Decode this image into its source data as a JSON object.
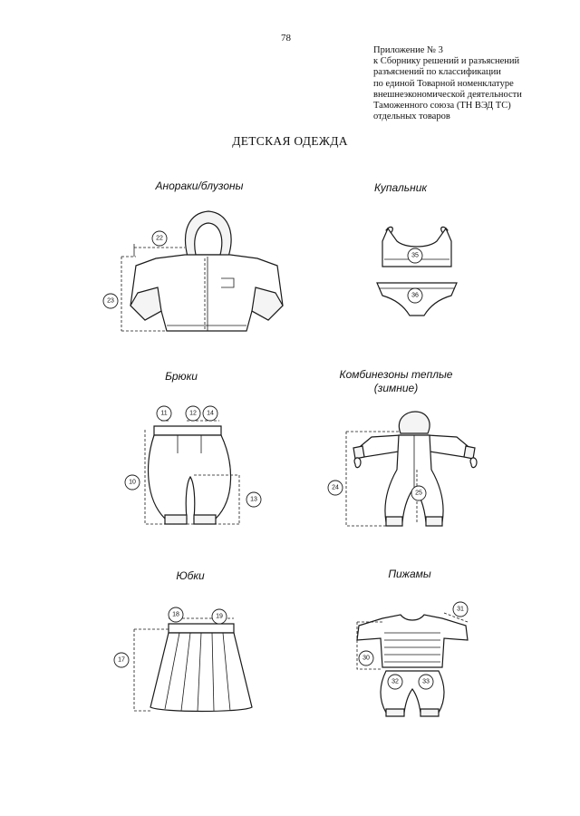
{
  "page_number": "78",
  "appendix": {
    "lines": [
      "Приложение № 3",
      "к Сборнику решений и разъяснений",
      "разъяснений по классификации",
      "по единой Товарной номенклатуре",
      "внешнеэкономической деятельности",
      "Таможенного союза (ТН ВЭД ТС)",
      "отдельных товаров"
    ]
  },
  "title": "ДЕТСКАЯ ОДЕЖДА",
  "sections": {
    "anoraks": {
      "caption": "Анораки/блузоны",
      "markers": [
        "22",
        "23"
      ]
    },
    "swimsuit": {
      "caption": "Купальник",
      "markers": [
        "35",
        "36"
      ]
    },
    "trousers": {
      "caption": "Брюки",
      "markers": [
        "11",
        "12",
        "14",
        "10",
        "13"
      ]
    },
    "overalls": {
      "caption_line1": "Комбинезоны теплые",
      "caption_line2": "(зимние)",
      "markers": [
        "24",
        "25"
      ]
    },
    "skirts": {
      "caption": "Юбки",
      "markers": [
        "18",
        "19",
        "17"
      ]
    },
    "pyjamas": {
      "caption": "Пижамы",
      "markers": [
        "31",
        "30",
        "32",
        "33"
      ]
    }
  }
}
